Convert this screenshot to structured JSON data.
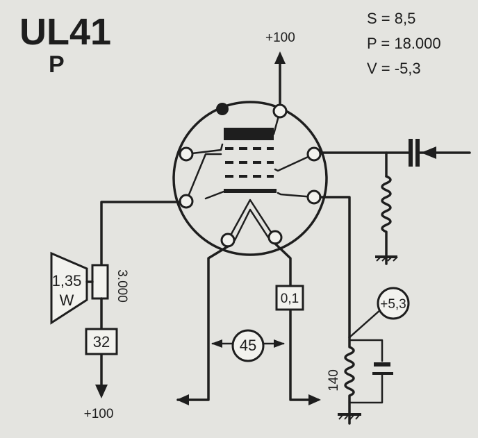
{
  "title": "UL41",
  "subtitle": "P",
  "params": {
    "s": "S = 8,5",
    "p": "P = 18.000",
    "v": "V = -5,3"
  },
  "labels": {
    "anode_supply": "+100",
    "speaker_power": "1,35",
    "speaker_unit": "W",
    "transformer_impedance": "3.000",
    "transformer_resistor": "32",
    "speaker_supply": "+100",
    "grid2_resistor": "0,1",
    "grid2_current": "45",
    "cathode_voltage": "+5,3",
    "cathode_resistor": "140"
  }
}
